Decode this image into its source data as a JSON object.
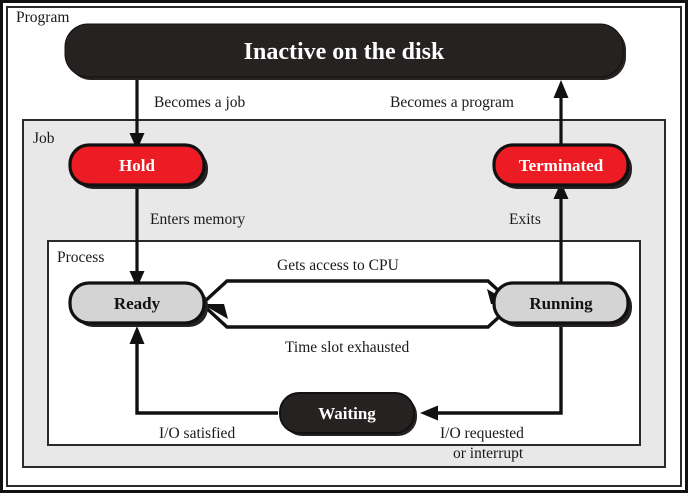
{
  "diagram": {
    "type": "state-diagram",
    "subject": "Program, job and process states",
    "containers": [
      {
        "id": "program",
        "label": "Program",
        "fill": "#ffffff"
      },
      {
        "id": "job",
        "label": "Job",
        "fill": "#e8e8e8"
      },
      {
        "id": "process",
        "label": "Process",
        "fill": "#ffffff"
      }
    ],
    "states": [
      {
        "id": "inactive",
        "label": "Inactive on the disk",
        "fill": "#262221",
        "text_color": "#ffffff"
      },
      {
        "id": "hold",
        "label": "Hold",
        "fill": "#ed1c24",
        "text_color": "#ffffff"
      },
      {
        "id": "terminated",
        "label": "Terminated",
        "fill": "#ed1c24",
        "text_color": "#ffffff"
      },
      {
        "id": "ready",
        "label": "Ready",
        "fill": "#d4d4d4",
        "text_color": "#111111"
      },
      {
        "id": "running",
        "label": "Running",
        "fill": "#d4d4d4",
        "text_color": "#111111"
      },
      {
        "id": "waiting",
        "label": "Waiting",
        "fill": "#262221",
        "text_color": "#ffffff"
      }
    ],
    "transitions": [
      {
        "id": "t1",
        "from": "inactive",
        "to": "hold",
        "label": "Becomes a job"
      },
      {
        "id": "t2",
        "from": "terminated",
        "to": "inactive",
        "label": "Becomes a program"
      },
      {
        "id": "t3",
        "from": "hold",
        "to": "ready",
        "label": "Enters memory"
      },
      {
        "id": "t4",
        "from": "running",
        "to": "terminated",
        "label": "Exits"
      },
      {
        "id": "t5",
        "from": "ready",
        "to": "running",
        "label": "Gets access to CPU"
      },
      {
        "id": "t6",
        "from": "running",
        "to": "ready",
        "label": "Time slot exhausted"
      },
      {
        "id": "t7",
        "from": "waiting",
        "to": "ready",
        "label": "I/O satisfied"
      },
      {
        "id": "t8",
        "from": "running",
        "to": "waiting",
        "label": "I/O requested\nor interrupt"
      }
    ],
    "edge_label_lines": {
      "io_requested_line1": "I/O requested",
      "io_requested_line2": "or interrupt"
    },
    "colors": {
      "red": "#ed1c24",
      "dark": "#262221",
      "gray_fill": "#d4d4d4",
      "job_bg": "#e8e8e8",
      "stroke": "#111111",
      "page_bg": "#ffffff"
    }
  }
}
